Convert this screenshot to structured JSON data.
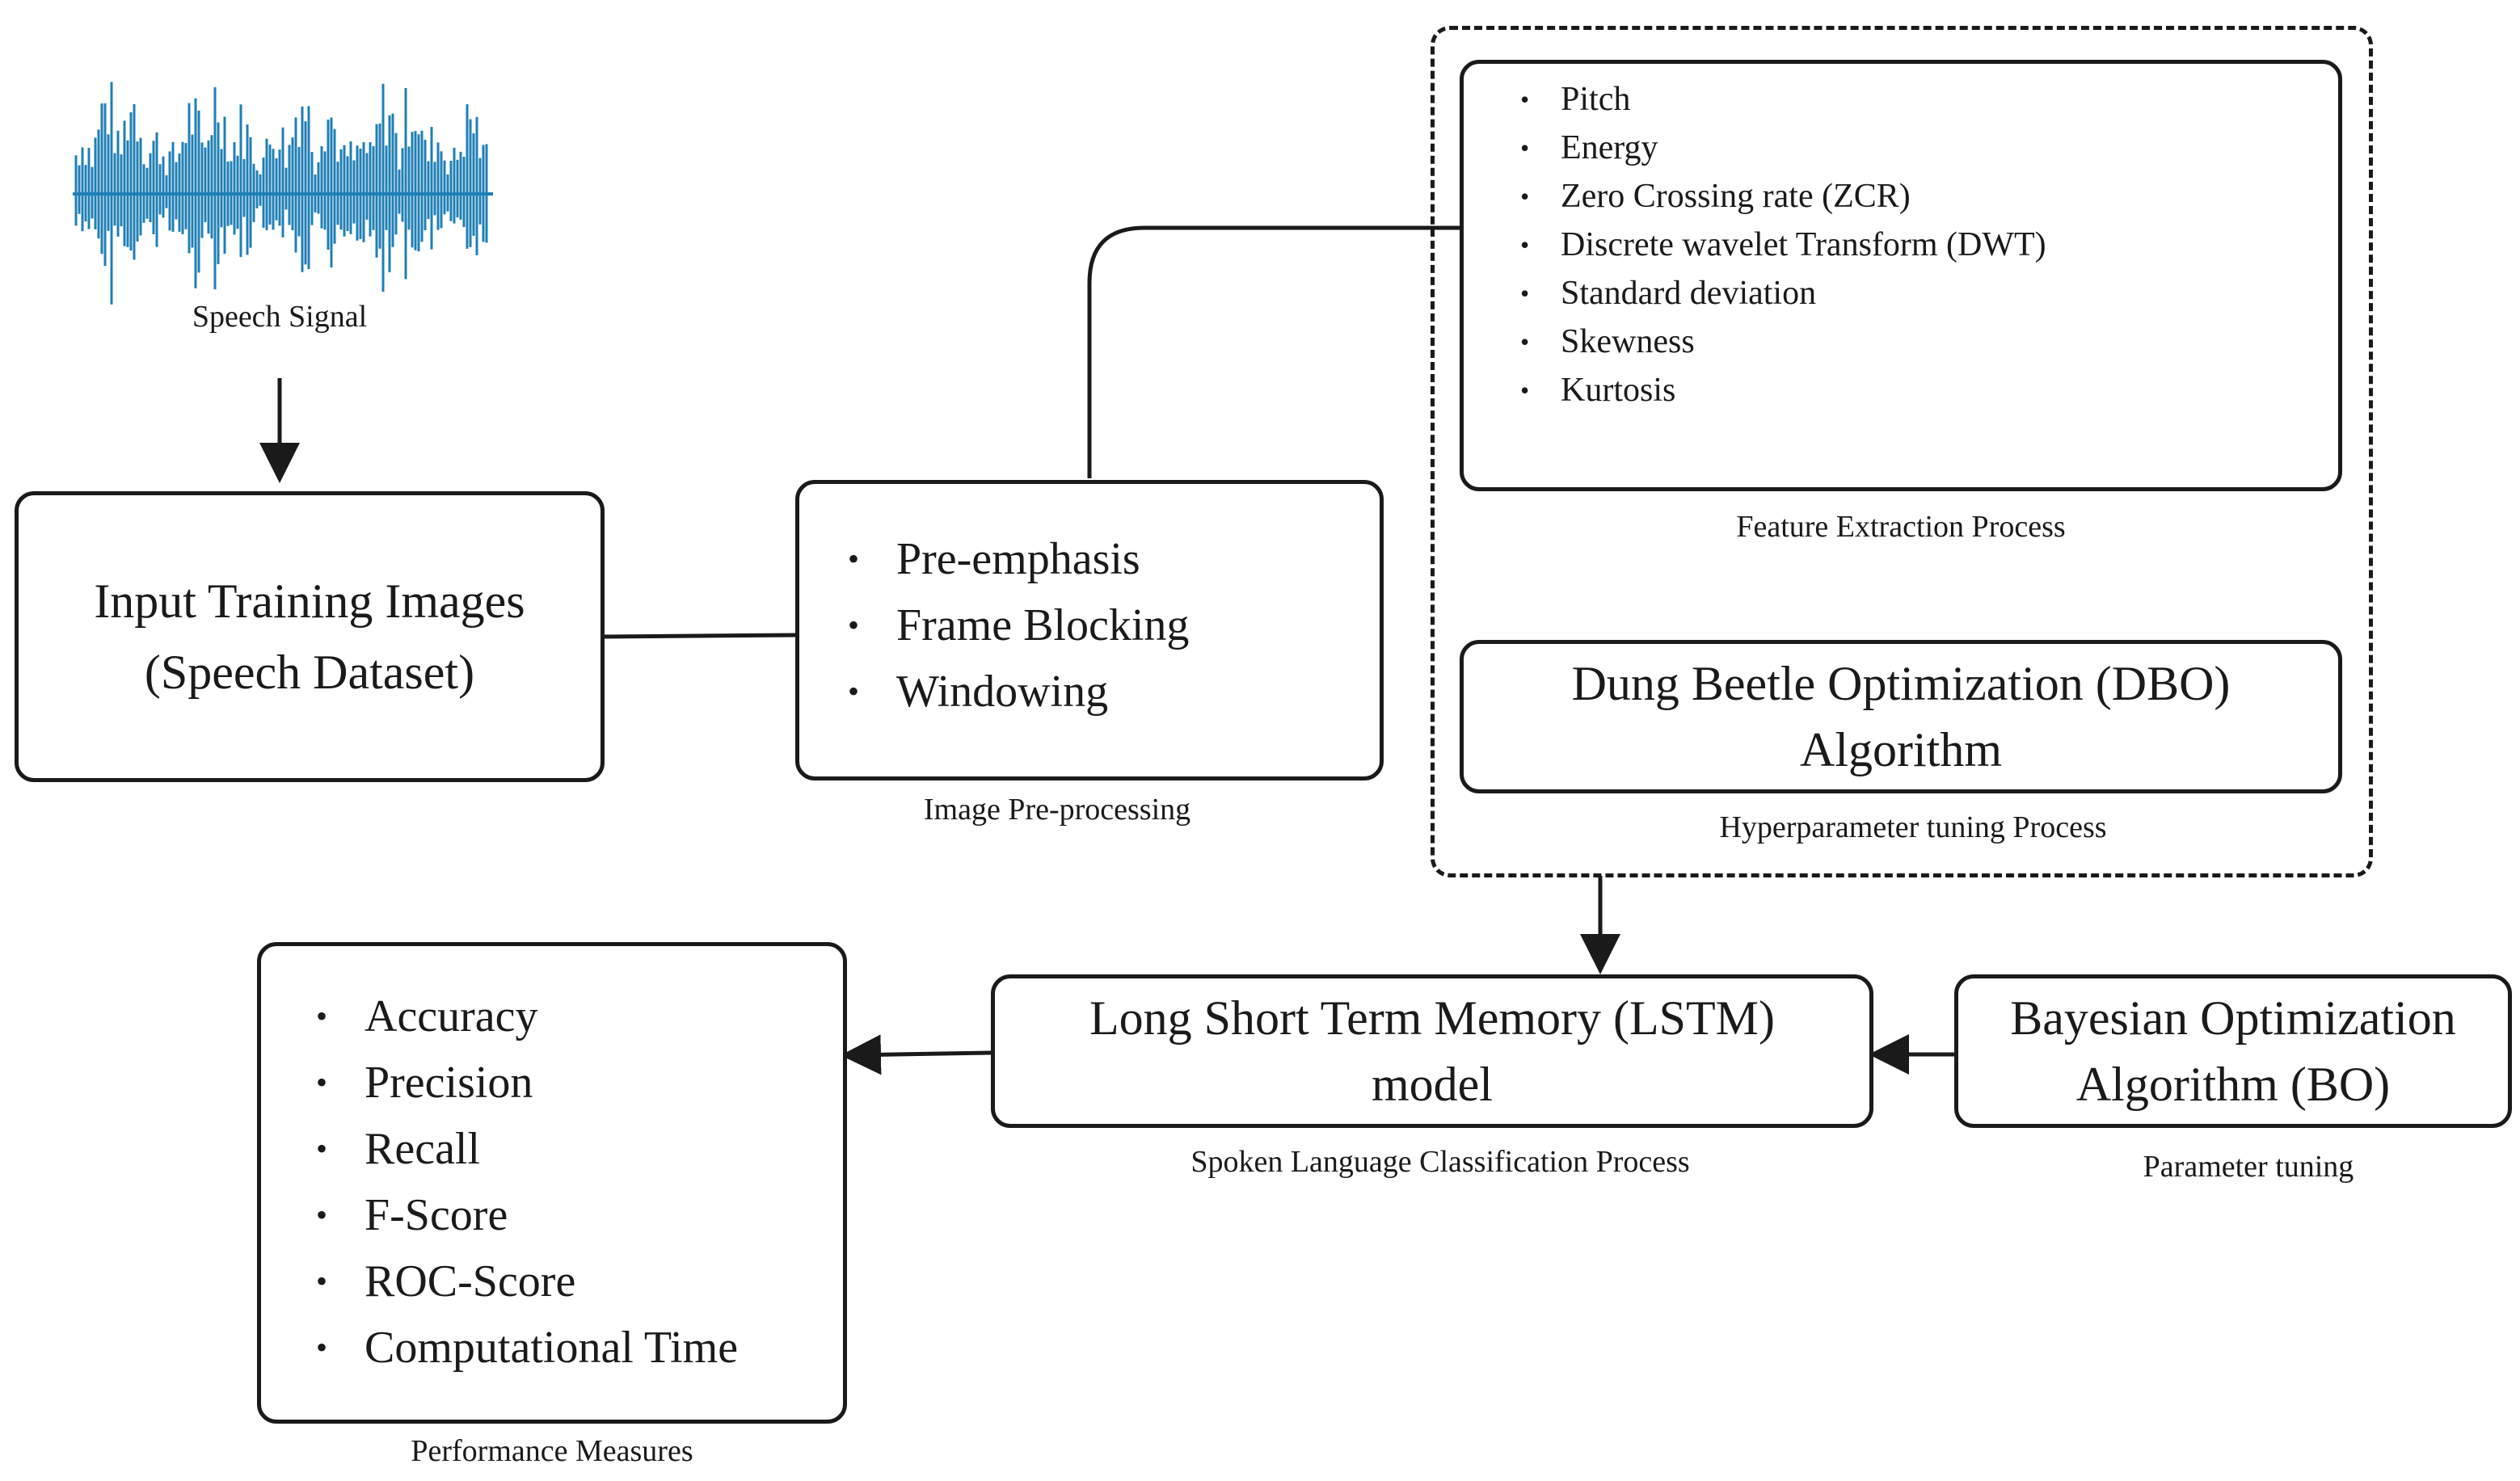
{
  "speech_signal": {
    "label": "Speech Signal"
  },
  "input_box": {
    "line1": "Input Training Images",
    "line2": "(Speech Dataset)"
  },
  "preprocessing": {
    "items": [
      "Pre-emphasis",
      "Frame Blocking",
      "Windowing"
    ],
    "caption": "Image Pre-processing"
  },
  "feature_extraction": {
    "items": [
      "Pitch",
      "Energy",
      "Zero Crossing rate (ZCR)",
      "Discrete wavelet Transform (DWT)",
      "Standard deviation",
      "Skewness",
      "Kurtosis"
    ],
    "caption": "Feature Extraction Process"
  },
  "dbo": {
    "line1": "Dung Beetle Optimization (DBO)",
    "line2": "Algorithm",
    "caption": "Hyperparameter tuning Process"
  },
  "lstm": {
    "line1": "Long Short Term Memory (LSTM)",
    "line2": "model",
    "caption": "Spoken Language Classification Process"
  },
  "bo": {
    "line1": "Bayesian Optimization",
    "line2": "Algorithm (BO)",
    "caption": "Parameter tuning"
  },
  "performance": {
    "items": [
      "Accuracy",
      "Precision",
      "Recall",
      "F-Score",
      "ROC-Score",
      "Computational Time"
    ],
    "caption": "Performance Measures"
  },
  "colors": {
    "waveform": "#1f7fb5",
    "stroke": "#1a1a1a"
  }
}
